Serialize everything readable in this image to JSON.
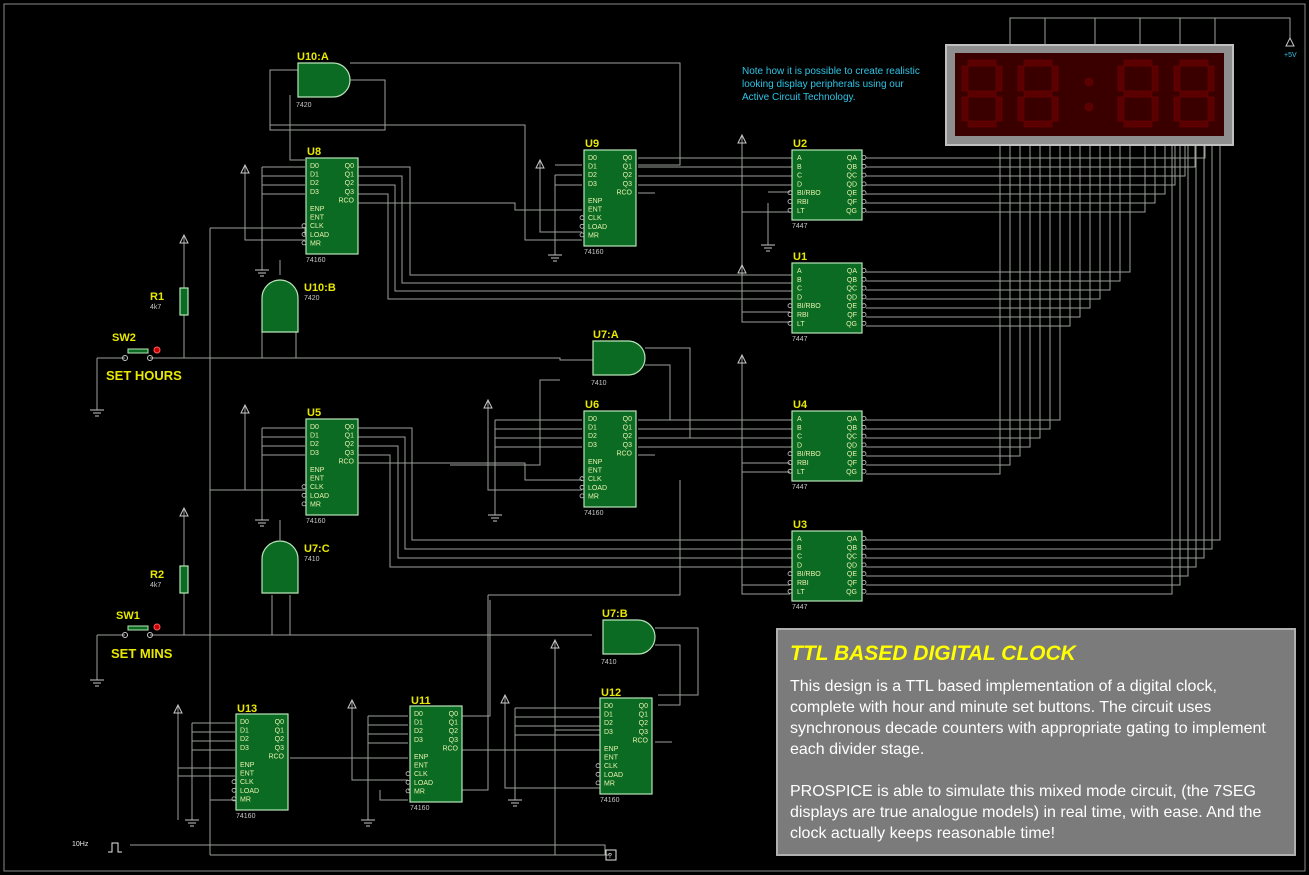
{
  "chips": [
    {
      "ref": "U10:A",
      "part": "7420",
      "kind": "and"
    },
    {
      "ref": "U10:B",
      "part": "7420",
      "kind": "and"
    },
    {
      "ref": "U7:A",
      "part": "7410",
      "kind": "and"
    },
    {
      "ref": "U7:B",
      "part": "7410",
      "kind": "and"
    },
    {
      "ref": "U7:C",
      "part": "7410",
      "kind": "and"
    },
    {
      "ref": "U8",
      "part": "74160",
      "kind": "counter"
    },
    {
      "ref": "U9",
      "part": "74160",
      "kind": "counter"
    },
    {
      "ref": "U5",
      "part": "74160",
      "kind": "counter"
    },
    {
      "ref": "U6",
      "part": "74160",
      "kind": "counter"
    },
    {
      "ref": "U13",
      "part": "74160",
      "kind": "counter"
    },
    {
      "ref": "U11",
      "part": "74160",
      "kind": "counter"
    },
    {
      "ref": "U12",
      "part": "74160",
      "kind": "counter"
    },
    {
      "ref": "U2",
      "part": "7447",
      "kind": "decoder"
    },
    {
      "ref": "U1",
      "part": "7447",
      "kind": "decoder"
    },
    {
      "ref": "U4",
      "part": "7447",
      "kind": "decoder"
    },
    {
      "ref": "U3",
      "part": "7447",
      "kind": "decoder"
    }
  ],
  "counter_pins_left": [
    "D0",
    "D1",
    "D2",
    "D3",
    "ENP",
    "ENT",
    "CLK",
    "LOAD",
    "MR"
  ],
  "counter_pins_right": [
    "Q0",
    "Q1",
    "Q2",
    "Q3",
    "RCO"
  ],
  "decoder_pins_left": [
    "A",
    "B",
    "C",
    "D",
    "BI/RBO",
    "RBI",
    "LT"
  ],
  "decoder_pins_right": [
    "QA",
    "QB",
    "QC",
    "QD",
    "QE",
    "QF",
    "QG"
  ],
  "resistors": [
    {
      "ref": "R1",
      "value": "4k7"
    },
    {
      "ref": "R2",
      "value": "4k7"
    }
  ],
  "switches": [
    {
      "ref": "SW2",
      "label": "SET HOURS"
    },
    {
      "ref": "SW1",
      "label": "SET MINS"
    }
  ],
  "clock_source": "10Hz",
  "supply_label": "+5V",
  "probe_label": "?",
  "display": {
    "digit_color": "#5a0000",
    "frame_color": "#9a9a9a",
    "background": "#3a0000"
  },
  "note": [
    "Note how it is possible to create realistic",
    "looking display peripherals using our",
    "Active Circuit Technology."
  ],
  "info": {
    "title": "TTL BASED DIGITAL CLOCK",
    "p1": "This design is a TTL based implementation of a digital clock, complete with hour and minute set buttons. The circuit uses synchronous decade counters with appropriate gating to implement each divider stage.",
    "p2": "PROSPICE is able to simulate this mixed mode circuit, (the 7SEG displays are true analogue models) in real time, with ease. And the clock actually keeps reasonable time!"
  },
  "colors": {
    "chip": "#0b6b22",
    "label": "#e8e800",
    "note": "#2ec4e6",
    "panel": "#7b7b7b",
    "title": "#ffff00"
  }
}
